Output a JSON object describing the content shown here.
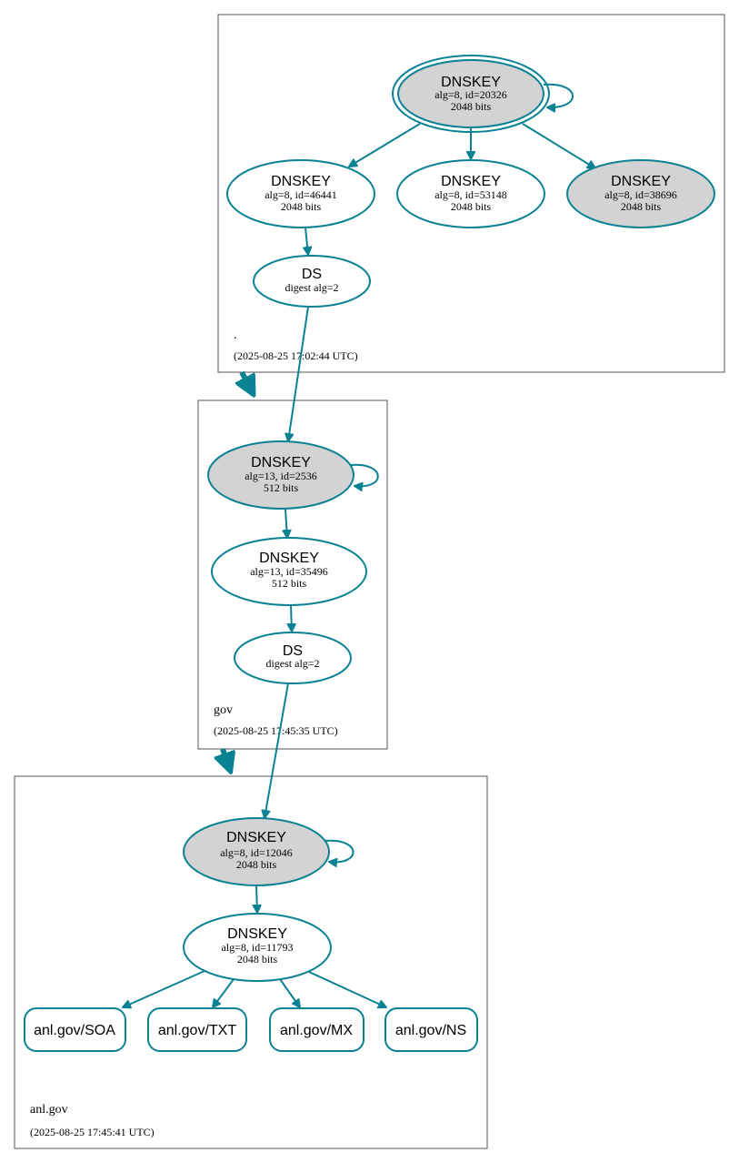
{
  "colors": {
    "edge": "#0a8294",
    "node_stroke": "#0a8294",
    "sep_fill": "#d3d3d3",
    "plain_fill": "#ffffff",
    "zone_border": "#555555"
  },
  "zones": {
    "root": {
      "name": ".",
      "timestamp": "(2025-08-25 17:02:44 UTC)"
    },
    "gov": {
      "name": "gov",
      "timestamp": "(2025-08-25 17:45:35 UTC)"
    },
    "anl": {
      "name": "anl.gov",
      "timestamp": "(2025-08-25 17:45:41 UTC)"
    }
  },
  "nodes": {
    "root_ksk": {
      "title": "DNSKEY",
      "line1": "alg=8, id=20326",
      "line2": "2048 bits",
      "sep": true
    },
    "root_zsk1": {
      "title": "DNSKEY",
      "line1": "alg=8, id=46441",
      "line2": "2048 bits",
      "sep": false
    },
    "root_zsk2": {
      "title": "DNSKEY",
      "line1": "alg=8, id=53148",
      "line2": "2048 bits",
      "sep": false
    },
    "root_ksk2": {
      "title": "DNSKEY",
      "line1": "alg=8, id=38696",
      "line2": "2048 bits",
      "sep": true
    },
    "root_ds": {
      "title": "DS",
      "line1": "digest alg=2"
    },
    "gov_ksk": {
      "title": "DNSKEY",
      "line1": "alg=13, id=2536",
      "line2": "512 bits",
      "sep": true
    },
    "gov_zsk": {
      "title": "DNSKEY",
      "line1": "alg=13, id=35496",
      "line2": "512 bits",
      "sep": false
    },
    "gov_ds": {
      "title": "DS",
      "line1": "digest alg=2"
    },
    "anl_ksk": {
      "title": "DNSKEY",
      "line1": "alg=8, id=12046",
      "line2": "2048 bits",
      "sep": true
    },
    "anl_zsk": {
      "title": "DNSKEY",
      "line1": "alg=8, id=11793",
      "line2": "2048 bits",
      "sep": false
    }
  },
  "records": [
    "anl.gov/SOA",
    "anl.gov/TXT",
    "anl.gov/MX",
    "anl.gov/NS"
  ]
}
